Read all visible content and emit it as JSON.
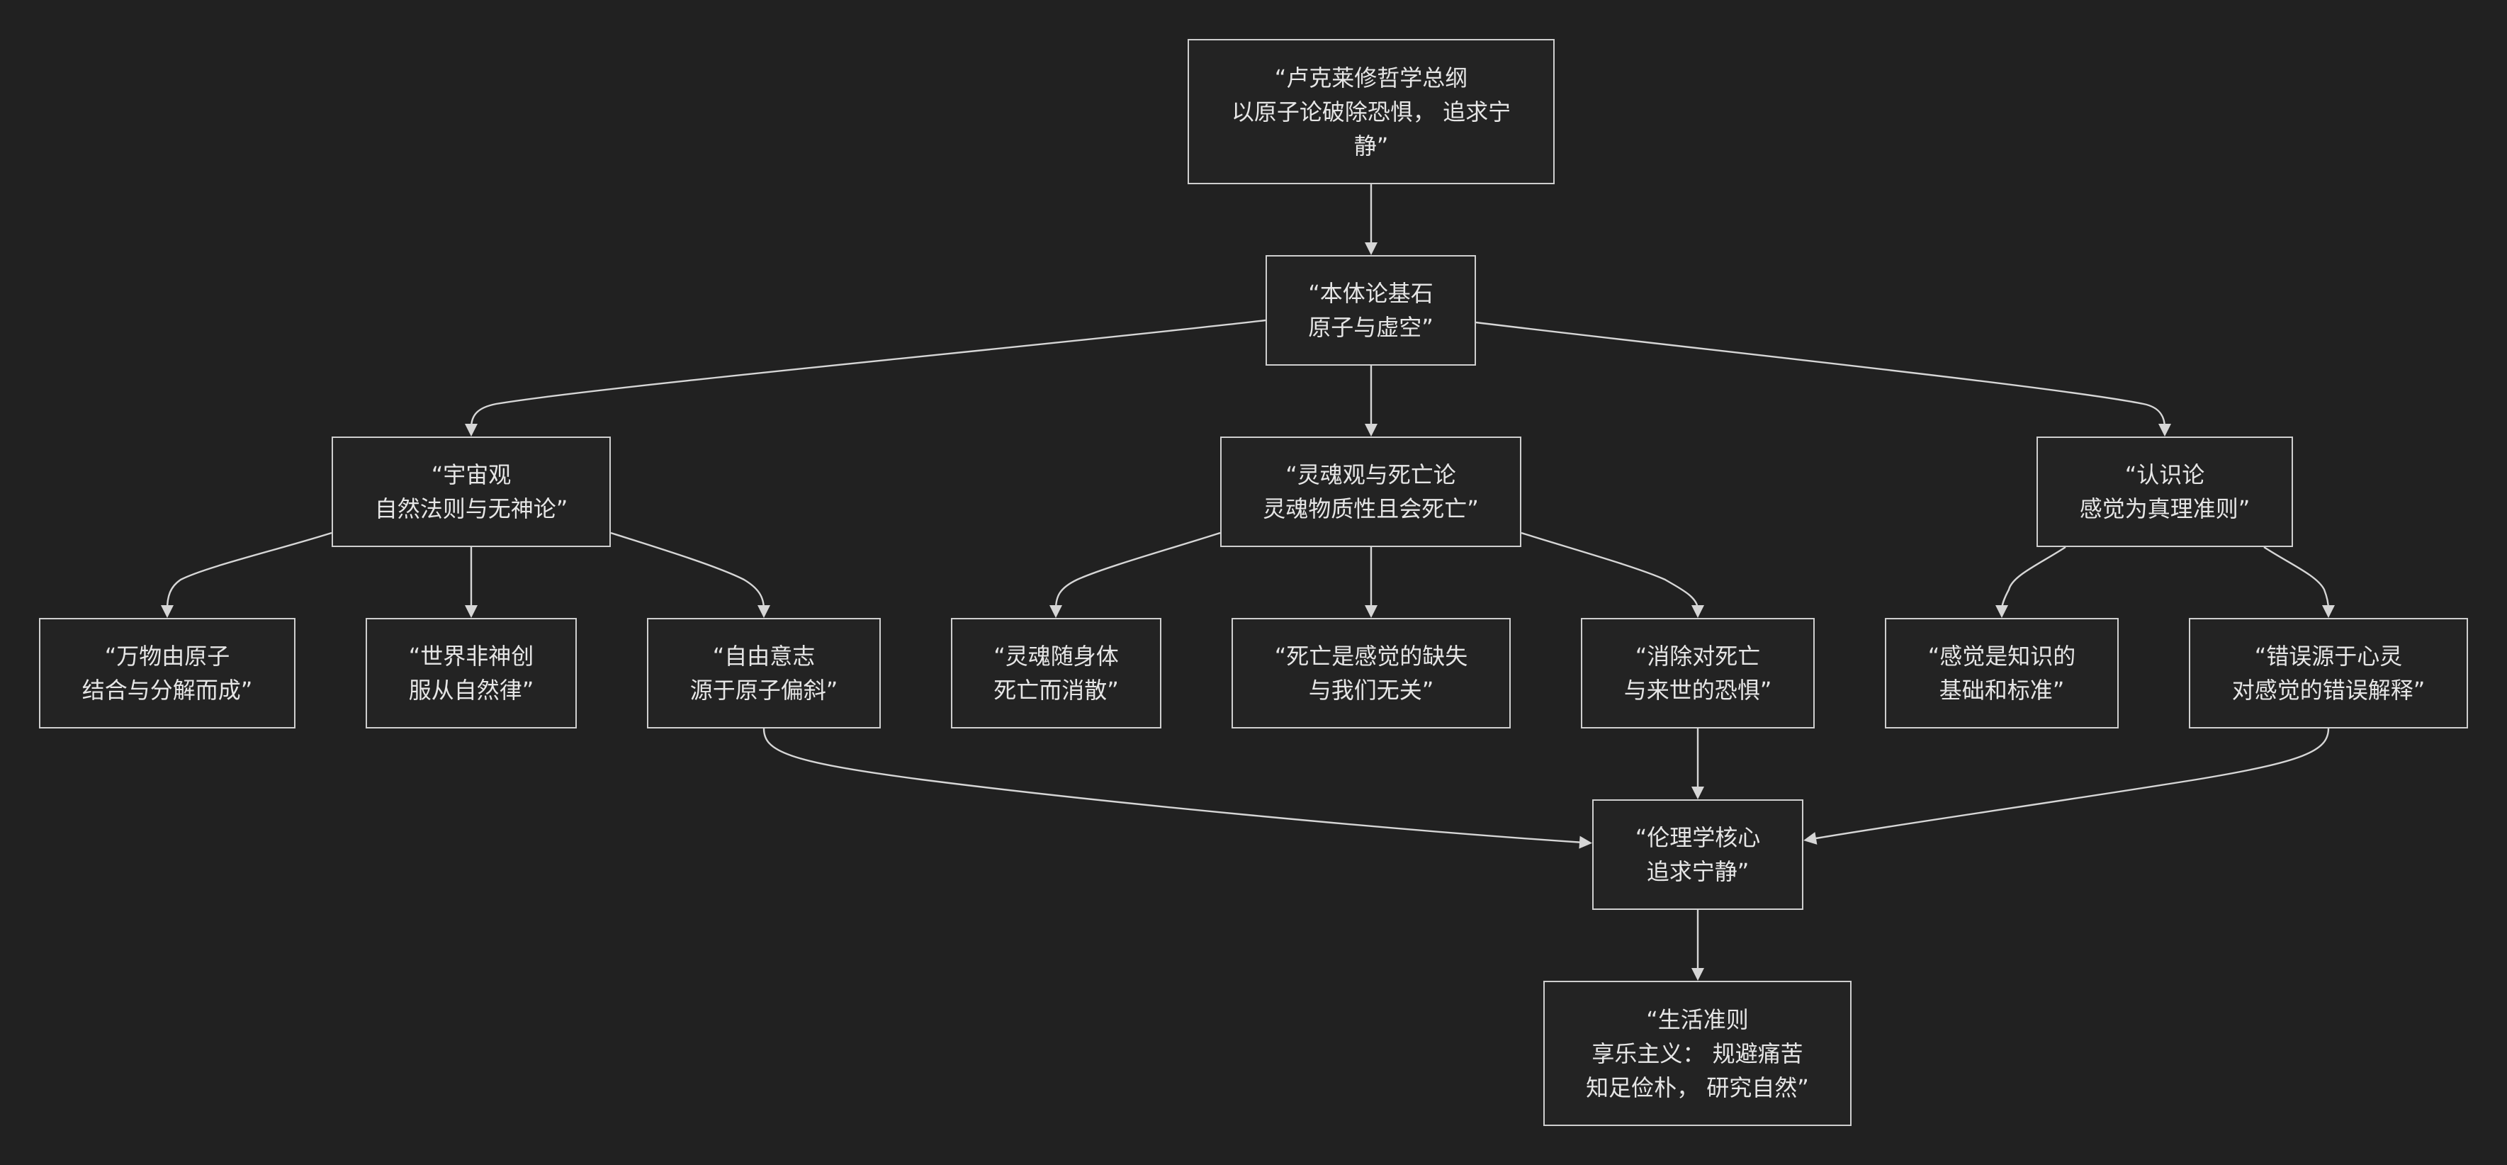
{
  "diagram": {
    "colors": {
      "background": "#212121",
      "node_border": "#cfcfcf",
      "node_text": "#e6e6e6",
      "edge": "#d6d6d6"
    },
    "nodes": [
      {
        "id": "root",
        "lines": [
          "“卢克莱修哲学总纲",
          "以原子论破除恐惧， 追求宁",
          "静”"
        ]
      },
      {
        "id": "ontology",
        "lines": [
          "“本体论基石",
          "原子与虚空”"
        ]
      },
      {
        "id": "cosmology",
        "lines": [
          "“宇宙观",
          "自然法则与无神论”"
        ]
      },
      {
        "id": "soul",
        "lines": [
          "“灵魂观与死亡论",
          "灵魂物质性且会死亡”"
        ]
      },
      {
        "id": "epistemology",
        "lines": [
          "“认识论",
          "感觉为真理准则”"
        ]
      },
      {
        "id": "atoms",
        "lines": [
          "“万物由原子",
          "结合与分解而成”"
        ]
      },
      {
        "id": "nature",
        "lines": [
          "“世界非神创",
          "服从自然律”"
        ]
      },
      {
        "id": "freewill",
        "lines": [
          "“自由意志",
          "源于原子偏斜”"
        ]
      },
      {
        "id": "soul_dies",
        "lines": [
          "“灵魂随身体",
          "死亡而消散”"
        ]
      },
      {
        "id": "death",
        "lines": [
          "“死亡是感觉的缺失",
          "与我们无关”"
        ]
      },
      {
        "id": "fear",
        "lines": [
          "“消除对死亡",
          "与来世的恐惧”"
        ]
      },
      {
        "id": "sense",
        "lines": [
          "“感觉是知识的",
          "基础和标准”"
        ]
      },
      {
        "id": "error",
        "lines": [
          "“错误源于心灵",
          "对感觉的错误解释”"
        ]
      },
      {
        "id": "ethics",
        "lines": [
          "“伦理学核心",
          "追求宁静”"
        ]
      },
      {
        "id": "life",
        "lines": [
          "“生活准则",
          "享乐主义： 规避痛苦",
          "知足俭朴， 研究自然”"
        ]
      }
    ],
    "edges": [
      {
        "from": "root",
        "to": "ontology"
      },
      {
        "from": "ontology",
        "to": "cosmology"
      },
      {
        "from": "ontology",
        "to": "soul"
      },
      {
        "from": "ontology",
        "to": "epistemology"
      },
      {
        "from": "cosmology",
        "to": "atoms"
      },
      {
        "from": "cosmology",
        "to": "nature"
      },
      {
        "from": "cosmology",
        "to": "freewill"
      },
      {
        "from": "soul",
        "to": "soul_dies"
      },
      {
        "from": "soul",
        "to": "death"
      },
      {
        "from": "soul",
        "to": "fear"
      },
      {
        "from": "epistemology",
        "to": "sense"
      },
      {
        "from": "epistemology",
        "to": "error"
      },
      {
        "from": "freewill",
        "to": "ethics"
      },
      {
        "from": "fear",
        "to": "ethics"
      },
      {
        "from": "error",
        "to": "ethics"
      },
      {
        "from": "ethics",
        "to": "life"
      }
    ]
  }
}
